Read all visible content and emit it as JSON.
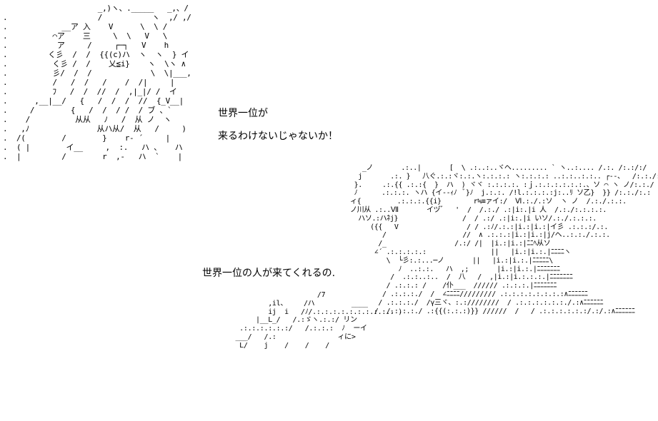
{
  "dialogue": {
    "line_1": "世界一位が",
    "line_2": "来るわけないじゃないか！",
    "line_3": "世界一位の人が来てくれるの."
  }
}
